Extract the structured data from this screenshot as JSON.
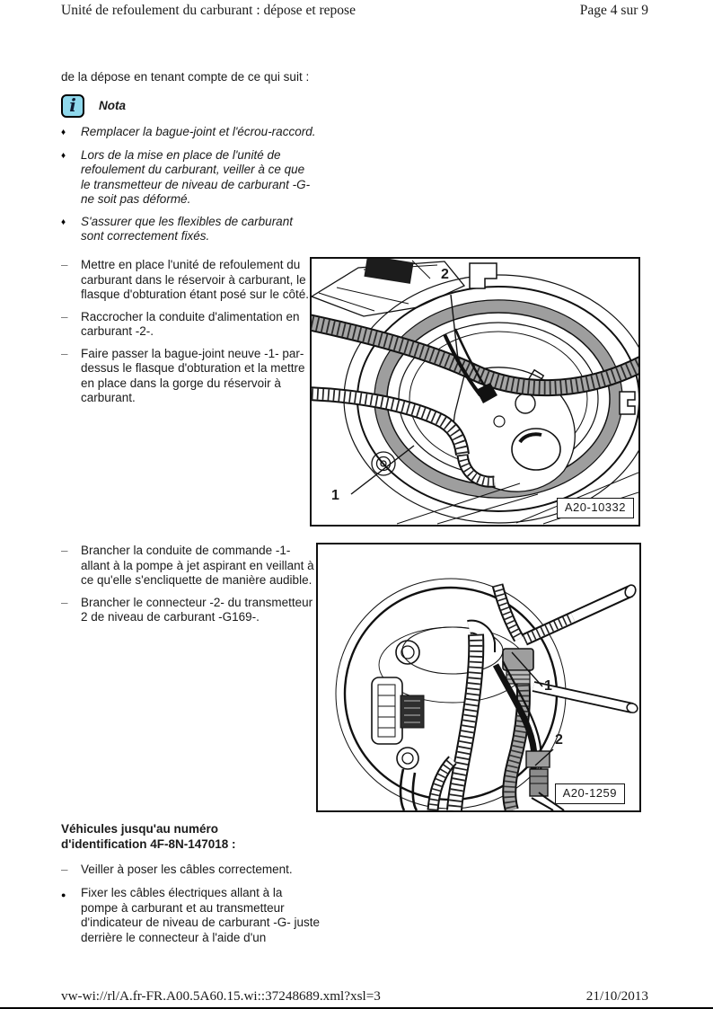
{
  "header": {
    "title": "Unité de refoulement du carburant : dépose et repose",
    "page": "Page 4 sur 9"
  },
  "intro": "de la dépose en tenant compte de ce qui suit :",
  "nota": {
    "label": "Nota",
    "icon": "info-icon",
    "items": [
      "Remplacer la bague-joint et l'écrou-raccord.",
      "Lors de la mise en place de l'unité de refoulement du carburant, veiller à ce que le transmetteur de niveau de carburant -G- ne soit pas déformé.",
      "S'assurer que les flexibles de carburant sont correctement fixés."
    ]
  },
  "steps_before_figure1": [
    "Mettre en place l'unité de refoulement du carburant dans le réservoir à carburant, le flasque d'obturation étant posé sur le côté.",
    "Raccrocher la conduite d'alimentation en carburant -2-.",
    "Faire passer la bague-joint neuve -1- par-dessus le flasque d'obturation et la mettre en place dans la gorge du réservoir à carburant."
  ],
  "figure1": {
    "label": "A20-10332",
    "callouts": [
      "1",
      "2"
    ]
  },
  "steps_before_figure2": [
    "Brancher la conduite de commande -1- allant à la pompe à jet aspirant en veillant à ce qu'elle s'encliquette de manière audible.",
    "Brancher le connecteur -2- du transmetteur 2 de niveau de carburant -G169-."
  ],
  "figure2": {
    "label": "A20-1259",
    "callouts": [
      "1",
      "2"
    ]
  },
  "section_vehicles": {
    "heading": "Véhicules jusqu'au numéro d'identification 4F-8N-147018 :",
    "dash_items": [
      "Veiller à poser les câbles correctement."
    ],
    "bullet_items": [
      "Fixer les câbles électriques allant à la pompe à carburant et au transmetteur d'indicateur de niveau de carburant -G- juste derrière le connecteur à l'aide d'un"
    ]
  },
  "footer": {
    "url": "vw-wi://rl/A.fr-FR.A00.5A60.15.wi::37248689.xml?xsl=3",
    "date": "21/10/2013"
  },
  "colors": {
    "nota_icon_bg": "#8FD8EC",
    "diagram_gray": "#9E9E9E"
  }
}
